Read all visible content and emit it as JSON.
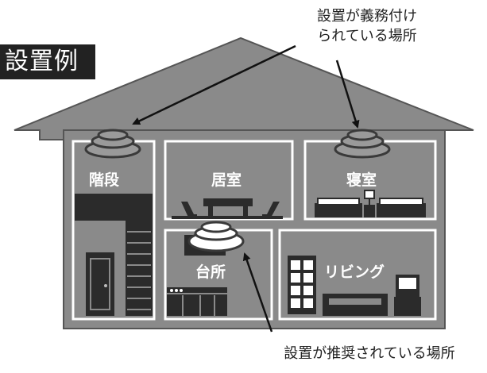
{
  "title": "設置例",
  "callouts": {
    "required": [
      "設置が義務付け",
      "られている場所"
    ],
    "recommended": "設置が推奨されている場所"
  },
  "rooms": {
    "stairs": "階段",
    "living": "居室",
    "bedroom": "寝室",
    "kitchen": "台所",
    "family_room": "リビング"
  },
  "colors": {
    "wall": "#8a8a8a",
    "roof": "#8a8a8a",
    "room_fill": "#ffffff",
    "dark": "#2b2b2b",
    "title_bg": "#222222"
  }
}
